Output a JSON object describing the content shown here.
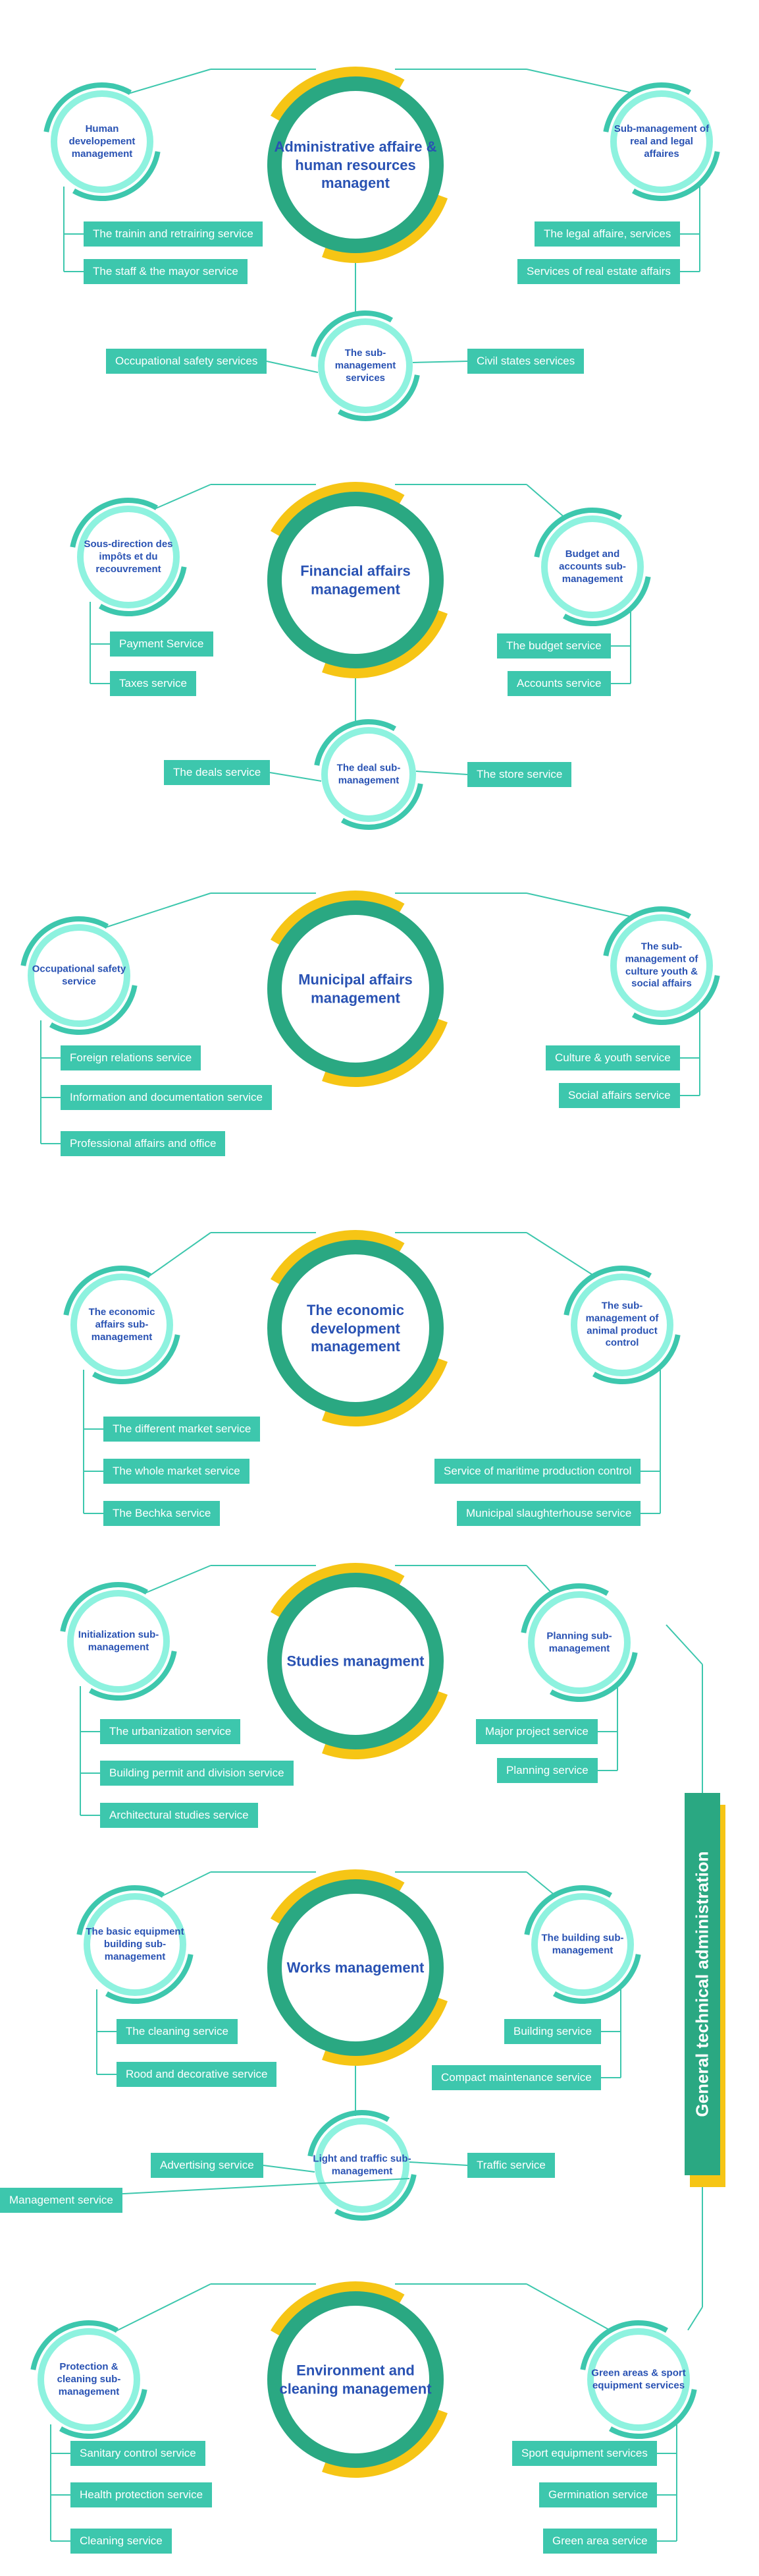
{
  "vertical_banner": "General technical administration",
  "sections": [
    {
      "main": "Administrative affaire & human resources managent",
      "left": "Human developement management",
      "right": "Sub-management of real and legal affaires",
      "left_services": [
        "The trainin and retrairing service",
        "The staff & the mayor service"
      ],
      "right_services": [
        "The legal affaire, services",
        "Services of real estate affairs"
      ],
      "sub": "The sub-management services",
      "sub_left": [
        "Occupational safety services"
      ],
      "sub_right": [
        "Civil states services"
      ]
    },
    {
      "main": "Financial affairs management",
      "left": "Sous-direction des impôts et du recouvrement",
      "right": "Budget and accounts sub-management",
      "left_services": [
        "Payment Service",
        "Taxes service"
      ],
      "right_services": [
        "The budget service",
        "Accounts service"
      ],
      "sub": "The deal sub-management",
      "sub_left": [
        "The deals service"
      ],
      "sub_right": [
        "The store service"
      ]
    },
    {
      "main": "Municipal affairs management",
      "left": "Occupational safety service",
      "right": "The sub-management of culture youth & social affairs",
      "left_services": [
        "Foreign relations service",
        "Information and documentation service",
        "Professional affairs and office"
      ],
      "right_services": [
        "Culture & youth service",
        "Social affairs service"
      ]
    },
    {
      "main": "The economic development management",
      "left": "The economic affairs sub-management",
      "right": "The sub-management of animal product control",
      "left_services": [
        "The different market service",
        "The whole market service",
        "The Bechka service"
      ],
      "right_services": [
        "Service of maritime production control",
        "Municipal slaughterhouse service"
      ]
    },
    {
      "main": "Studies managment",
      "left": "Initialization sub-management",
      "right": "Planning sub-management",
      "left_services": [
        "The urbanization service",
        "Building permit and division service",
        "Architectural studies service"
      ],
      "right_services": [
        "Major project service",
        "Planning service"
      ]
    },
    {
      "main": "Works management",
      "left": "The basic equipment building sub-management",
      "right": "The building sub-management",
      "left_services": [
        "The cleaning service",
        "Rood and decorative service"
      ],
      "right_services": [
        "Building service",
        "Compact maintenance service"
      ],
      "sub": "Light and traffic sub-management",
      "sub_left": [
        "Advertising service"
      ],
      "sub_right": [
        "Traffic service",
        "Management service"
      ]
    },
    {
      "main": "Environment and cleaning management",
      "left": "Protection & cleaning sub-management",
      "right": "Green areas & sport equipment services",
      "left_services": [
        "Sanitary control service",
        "Health protection service",
        "Cleaning service"
      ],
      "right_services": [
        "Sport equipment services",
        "Germination service",
        "Green area service"
      ]
    }
  ],
  "colors": {
    "dark_green": "#2aa882",
    "teal": "#3dc7ad",
    "mint_fill": "#8ef2df",
    "yellow": "#f6c515",
    "line": "#3dc7ad",
    "text_blue": "#2952b3"
  }
}
